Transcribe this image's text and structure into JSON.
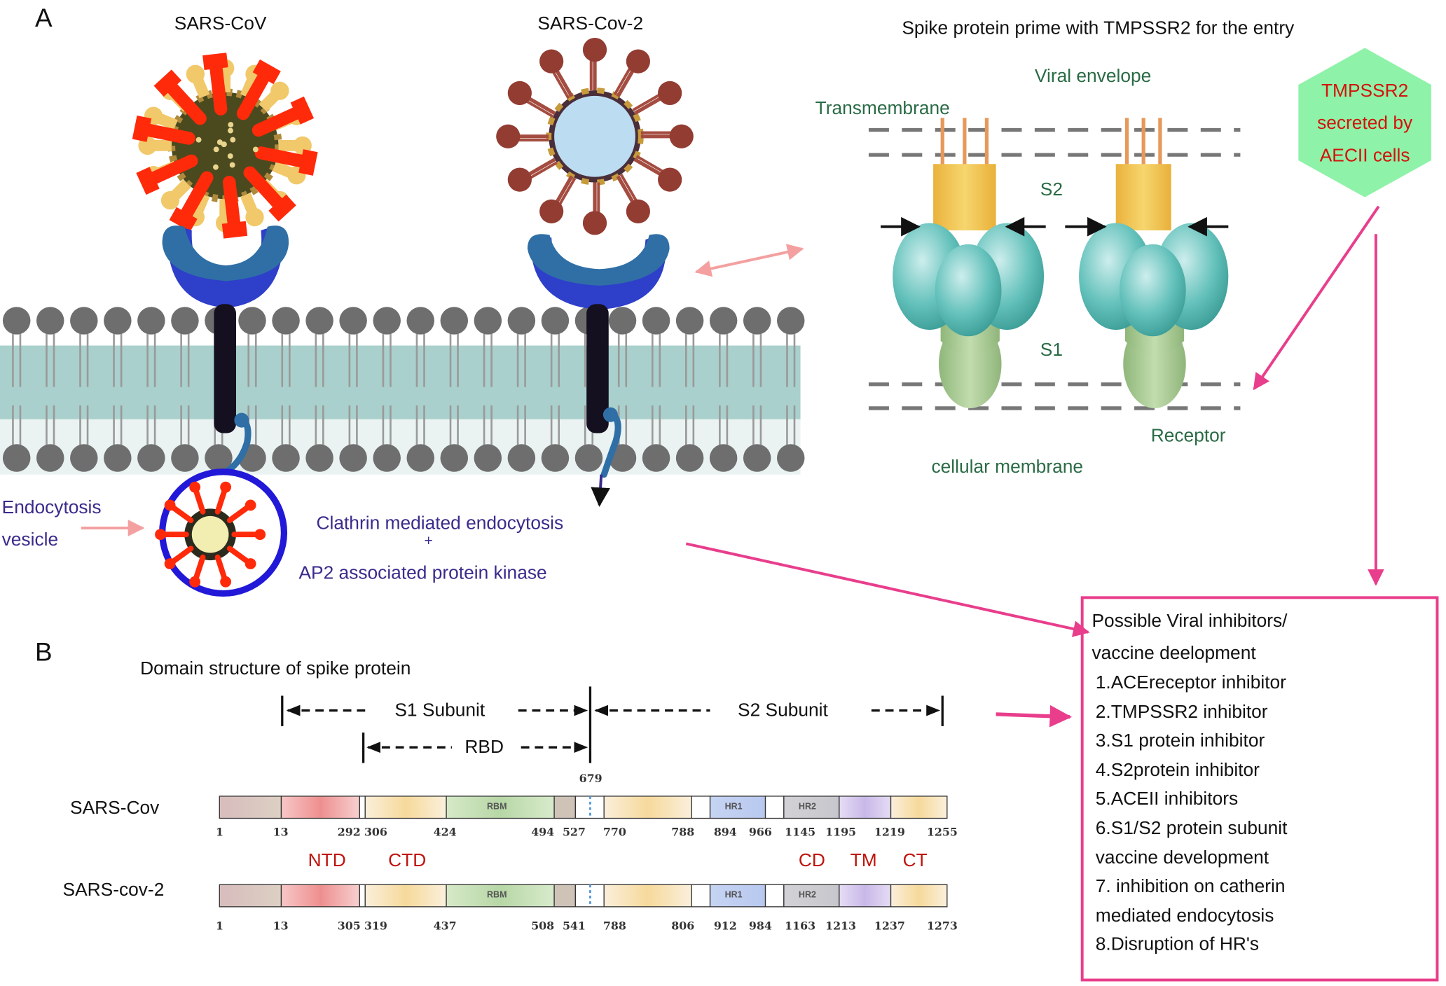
{
  "panel_a": {
    "letter": "A",
    "sars_cov_title": "SARS-CoV",
    "sars_cov2_title": "SARS-Cov-2",
    "endocytosis_vesicle": [
      "Endocytosis",
      "vesicle"
    ],
    "clathrin": "Clathrin mediated endocytosis",
    "plus": "+",
    "ap2": "AP2 associated protein kinase"
  },
  "spike_inset": {
    "title": "Spike protein prime with TMPSSR2 for the entry",
    "viral_envelope": "Viral envelope",
    "transmembrane": "Transmembrane",
    "s2": "S2",
    "s1": "S1",
    "receptor": "Receptor",
    "cellular_membrane": "cellular membrane",
    "tmpssr2_hex": [
      "TMPSSR2",
      "secreted by",
      "AECII cells"
    ]
  },
  "inhibitors": {
    "heading": [
      "Possible Viral inhibitors/",
      "vaccine deelopment"
    ],
    "items": [
      "1.ACEreceptor inhibitor",
      "2.TMPSSR2 inhibitor",
      "3.S1 protein inhibitor",
      "4.S2protein inhibitor",
      "5.ACEII inhibitors",
      "6.S1/S2 protein subunit",
      "vaccine development",
      "7. inhibition on catherin",
      "mediated endocytosis",
      "8.Disruption of HR's"
    ]
  },
  "panel_b": {
    "letter": "B",
    "title": "Domain structure of spike protein",
    "s1_subunit": "S1 Subunit",
    "s2_subunit": "S2 Subunit",
    "rbd": "RBD",
    "cleavage": "679",
    "rows": [
      {
        "name": "SARS-Cov",
        "positions": [
          "1",
          "13",
          "292",
          "306",
          "424",
          "494",
          "527",
          "770",
          "788",
          "894",
          "966",
          "1145",
          "1195",
          "1219",
          "1255"
        ]
      },
      {
        "name": "SARS-cov-2",
        "positions": [
          "1",
          "13",
          "305",
          "319",
          "437",
          "508",
          "541",
          "788",
          "806",
          "912",
          "984",
          "1163",
          "1213",
          "1237",
          "1273"
        ]
      }
    ],
    "domain_tags": [
      "NTD",
      "CTD",
      "CD",
      "TM",
      "CT"
    ],
    "bar_labels": {
      "rbm": "RBM",
      "hr1": "HR1",
      "hr2": "HR2"
    }
  },
  "colors": {
    "accent_pink": "#e83e8c",
    "label_green": "#2a6b45",
    "label_purple": "#3b2a8c",
    "label_red": "#c0140c",
    "hexagon": "#8ef2a8"
  }
}
